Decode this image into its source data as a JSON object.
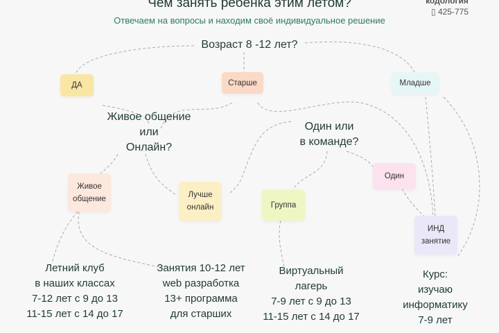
{
  "header": {
    "title": "Чем занять ребёнка этим летом?",
    "subtitle": "Отвечаем на вопросы и находим своё индивидуальное решение",
    "brand": "кодология",
    "phone": "425-775"
  },
  "questions": {
    "age": "Возраст 8 -12 лет?",
    "live_1": "Живое общение",
    "live_2": "или",
    "live_3": "Онлайн?",
    "team_1": "Один или",
    "team_2": "в команде?"
  },
  "boxes": {
    "yes": "ДА",
    "older": "Старше",
    "younger": "Младше",
    "live_1": "Живое",
    "live_2": "общение",
    "online_1": "Лучше",
    "online_2": "онлайн",
    "group": "Группа",
    "alone": "Один",
    "ind_1": "ИНД",
    "ind_2": "занятие"
  },
  "results": [
    {
      "lines": [
        "Летний клуб",
        "в наших классах",
        "7-12 лет с 9 до 13",
        "11-15 лет с 14 до 17"
      ]
    },
    {
      "lines": [
        "Занятия 10-12 лет",
        "web разработка",
        "13+ программа",
        "для старших"
      ]
    },
    {
      "lines": [
        "Виртуальный",
        "лагерь",
        "7-9 лет с 9 до 13",
        "11-15 лет с 14 до 17"
      ]
    },
    {
      "lines": [
        "Курс:",
        "изучаю",
        "информатику",
        "7-9 лет"
      ]
    }
  ]
}
